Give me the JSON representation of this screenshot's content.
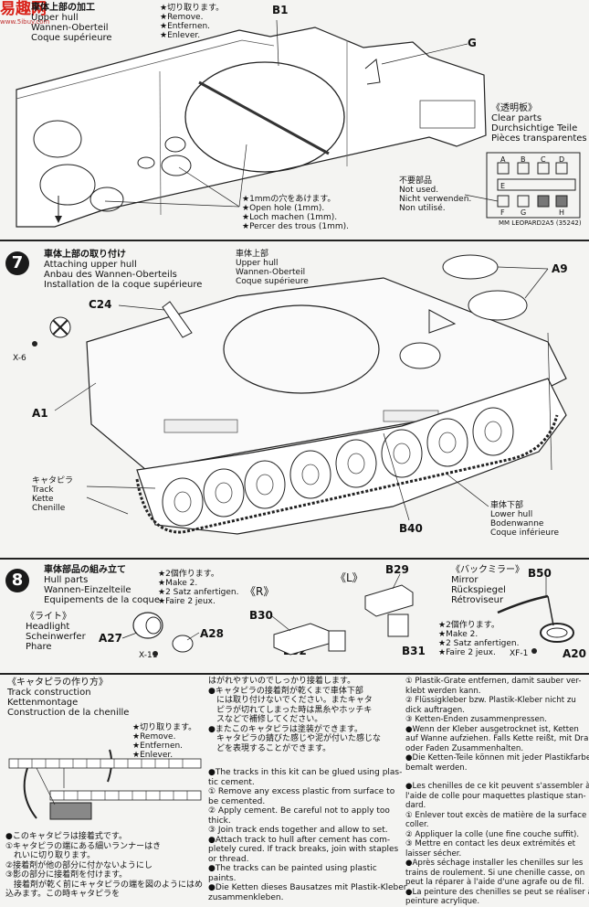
{
  "logo": {
    "text": "易趣网",
    "sub": "www.5ibuy.com"
  },
  "sec1": {
    "title_jp": "車体上部の加工",
    "title_en": "Upper hull",
    "title_de": "Wannen-Oberteil",
    "title_fr": "Coque supérieure",
    "cut_jp": "★切り取ります。",
    "cut_en": "★Remove.",
    "cut_de": "★Entfernen.",
    "cut_fr": "★Enlever.",
    "b1": "B1",
    "g": "G",
    "hole_jp": "★1mmの穴をあけます。",
    "hole_en": "★Open hole (1mm).",
    "hole_de": "★Loch machen (1mm).",
    "hole_fr": "★Percer des trous (1mm).",
    "clear_jp": "《透明板》",
    "clear_en": "Clear parts",
    "clear_de": "Durchsichtige Teile",
    "clear_fr": "Pièces transparentes",
    "notused_jp": "不要部品",
    "notused_en": "Not used.",
    "notused_de": "Nicht verwenden.",
    "notused_fr": "Non utilisé.",
    "sprue_letters": [
      "A",
      "B",
      "C",
      "D",
      "E",
      "F",
      "G",
      "H"
    ],
    "sprue_caption": "MM LEOPARD2A5 (35242)"
  },
  "sec7": {
    "num": "7",
    "title_jp": "車体上部の取り付け",
    "title_en": "Attaching upper hull",
    "title_de": "Anbau des Wannen-Oberteils",
    "title_fr": "Installation de la coque supérieure",
    "upper_jp": "車体上部",
    "upper_en": "Upper hull",
    "upper_de": "Wannen-Oberteil",
    "upper_fr": "Coque supérieure",
    "a9": "A9",
    "c24": "C24",
    "x6": "X-6",
    "a1": "A1",
    "track_jp": "キャタピラ",
    "track_en": "Track",
    "track_de": "Kette",
    "track_fr": "Chenille",
    "lower_jp": "車体下部",
    "lower_en": "Lower hull",
    "lower_de": "Bodenwanne",
    "lower_fr": "Coque inférieure",
    "b40": "B40"
  },
  "sec8": {
    "num": "8",
    "title_jp": "車体部品の組み立て",
    "title_en": "Hull parts",
    "title_de": "Wannen-Einzelteile",
    "title_fr": "Equipements de la coque",
    "make_jp": "★2個作ります。",
    "make_en": "★Make 2.",
    "make_de": "★2 Satz anfertigen.",
    "make_fr": "★Faire 2 jeux.",
    "r": "《R》",
    "l": "《L》",
    "b29": "B29",
    "mirror_jp": "《バックミラー》",
    "mirror_en": "Mirror",
    "mirror_de": "Rückspiegel",
    "mirror_fr": "Rétroviseur",
    "b50": "B50",
    "light_jp": "《ライト》",
    "light_en": "Headlight",
    "light_de": "Scheinwerfer",
    "light_fr": "Phare",
    "a27": "A27",
    "a28": "A28",
    "x11": "X-11",
    "b30": "B30",
    "b32": "B32",
    "b31": "B31",
    "make2_jp": "★2個作ります。",
    "make2_en": "★Make 2.",
    "make2_de": "★2 Satz anfertigen.",
    "make2_fr": "★Faire 2 jeux.",
    "xf1": "XF-1",
    "a20": "A20"
  },
  "sec9": {
    "title_jp": "《キャタピラの作り方》",
    "title_en": "Track construction",
    "title_de": "Kettenmontage",
    "title_fr": "Construction de la chenille",
    "cut_jp": "★切り取ります。",
    "cut_en": "★Remove.",
    "cut_de": "★Entfernen.",
    "cut_fr": "★Enlever.",
    "left_text": [
      "●このキャタピラは接着式です。",
      "①キャタピラの端にある細いランナーはき",
      "　れいに切り取ります。",
      "②接着剤が他の部分に付かないようにし",
      "③影の部分に接着剤を付けます。",
      "　接着剤が乾く前にキャタピラの端を図のようにはめ",
      "込みます。この時キャタピラを"
    ],
    "mid_jp": [
      "はがれやすいのでしっかり接着します。",
      "●キャタピラの接着剤が乾くまで車体下部",
      "　には取り付けないでください。またキャタ",
      "　ピラが切れてしまった時は黒糸やホッチキ",
      "　スなどで補修してください。",
      "●またこのキャタピラは塗装ができます。",
      "　キャタピラの錆びた感じや泥が付いた感じな",
      "　どを表現することができます。"
    ],
    "mid_en": [
      "●The tracks in this kit can be glued using plas-",
      "tic cement.",
      "① Remove any excess plastic from surface to",
      "be cemented.",
      "② Apply cement. Be careful not to apply too",
      "thick.",
      "③ Join track ends together and allow to set.",
      "●Attach track to hull after cement has com-",
      "pletely cured. If track breaks, join with staples",
      "or thread.",
      "●The tracks can be painted using plastic",
      "paints.",
      "●Die Ketten dieses Bausatzes mit Plastik-Kleber",
      "zusammenkleben."
    ],
    "right_text": [
      "① Plastik-Grate entfernen, damit sauber ver-",
      "klebt werden kann.",
      "② Flüssigkleber bzw. Plastik-Kleber nicht zu",
      "dick auftragen.",
      "③ Ketten-Enden zusammenpressen.",
      "●Wenn der Kleber ausgetrocknet ist, Ketten",
      "auf Wanne aufziehen. Falls Kette reißt, mit Draht",
      "oder Faden Zusammenhalten.",
      "●Die Ketten-Teile können mit jeder Plastikfarbe",
      "bemalt werden.",
      "",
      "●Les chenilles de ce kit peuvent s'assembler à",
      "l'aide de colle pour maquettes plastique stan-",
      "dard.",
      "① Enlever tout excès de matière de la surface à",
      "coller.",
      "② Appliquer la colle (une fine couche suffit).",
      "③ Mettre en contact les deux extrémités et",
      "laisser sécher.",
      "●Après séchage installer les chenilles sur les",
      "trains de roulement. Si une chenille casse, on",
      "peut la réparer à l'aide d'une agrafe ou de fil.",
      "●La peinture des chenilles se peut se réaliser à la",
      "peinture acrylique."
    ]
  }
}
